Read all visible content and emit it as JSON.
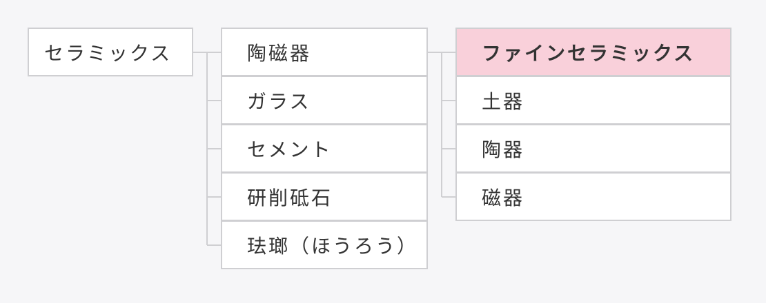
{
  "root": {
    "label": "セラミックス"
  },
  "categories": [
    "陶磁器",
    "ガラス",
    "セメント",
    "研削砥石",
    "珐瑯（ほうろう）"
  ],
  "subcategories": [
    "ファインセラミックス",
    "土器",
    "陶器",
    "磁器"
  ],
  "colors": {
    "highlight": "#f9d0da",
    "border": "#cfcfd2",
    "background": "#f6f6f8"
  }
}
